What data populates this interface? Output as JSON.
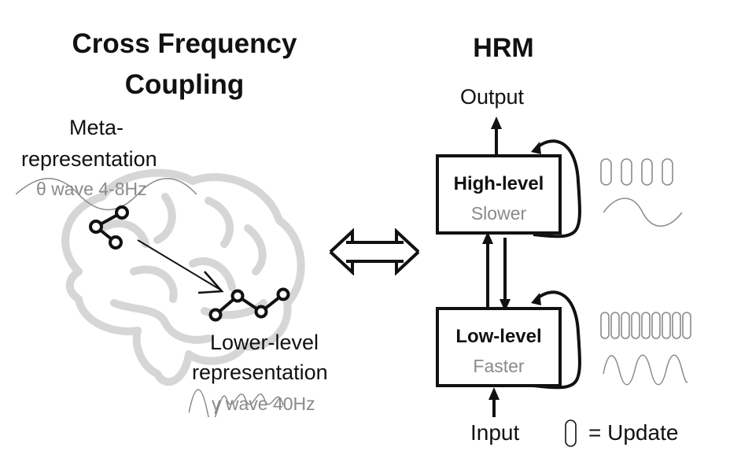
{
  "left": {
    "title_line1": "Cross Frequency",
    "title_line2": "Coupling",
    "meta_line1": "Meta-",
    "meta_line2": "representation",
    "theta_label": "θ wave 4-8Hz",
    "lower_line1": "Lower-level",
    "lower_line2": "representation",
    "gamma_label": "γ wave 40Hz"
  },
  "right": {
    "title": "HRM",
    "output_label": "Output",
    "input_label": "Input",
    "high_box": {
      "name": "High-level",
      "speed": "Slower"
    },
    "low_box": {
      "name": "Low-level",
      "speed": "Faster"
    },
    "legend_text": "= Update",
    "high_update_count": 4,
    "low_update_count": 9
  },
  "colors": {
    "ink": "#111111",
    "muted": "#8a8a8a",
    "brain": "#d6d6d6"
  },
  "icons": [
    "brain-icon",
    "node-graph-icon",
    "double-arrow-icon",
    "update-pill-icon"
  ]
}
